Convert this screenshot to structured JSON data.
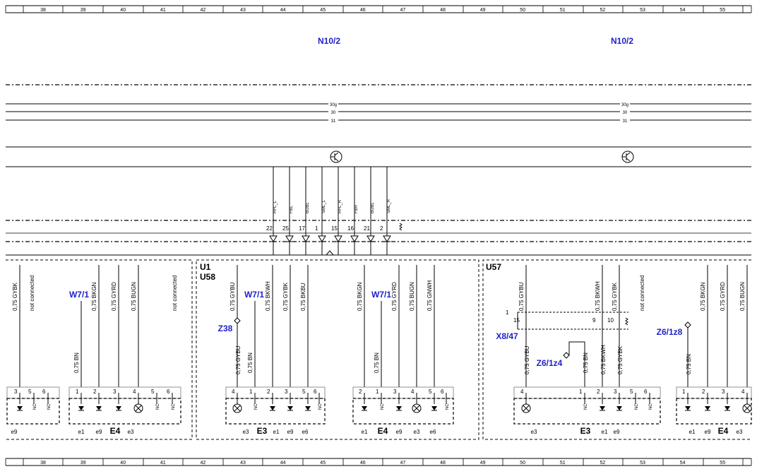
{
  "grid_numbers": [
    "38",
    "39",
    "40",
    "41",
    "42",
    "43",
    "44",
    "45",
    "46",
    "47",
    "48",
    "49",
    "50",
    "51",
    "52",
    "53",
    "54",
    "55"
  ],
  "module_refs": [
    "N10/2",
    "N10/2"
  ],
  "bus_lines": [
    "30g",
    "30",
    "31"
  ],
  "connector_pins": [
    "22",
    "25",
    "17",
    "1",
    "15",
    "16",
    "21",
    "2"
  ],
  "signal_names": [
    "RFL_L",
    "FBL",
    "BUBL",
    "SML_L",
    "RFL_R",
    "FBR",
    "BUBL",
    "SML_R"
  ],
  "left_section": {
    "wires": [
      "0,75 GYBK",
      "not connected",
      "0,75 BKGN",
      "0,75 GYRD",
      "0,75 BUGN",
      "not connected"
    ],
    "ref": "W7/1",
    "bn_wire": "0,75 BN",
    "pins": [
      "3",
      "5",
      "6",
      "1",
      "2",
      "3",
      "4",
      "5",
      "6"
    ],
    "bottom": [
      "e9",
      "e1",
      "e9",
      "E4",
      "e3"
    ]
  },
  "middle_section": {
    "title1": "U1",
    "title2": "U58",
    "wires": [
      "0,75 GYBU",
      "0,75 BKWH",
      "0,75 GYBK",
      "0,75 BKBU",
      "0,75 BKGN",
      "0,75 GYRD",
      "0,75 BUGN",
      "0,75 GNWH"
    ],
    "refs": [
      "W7/1",
      "W7/1",
      "Z38"
    ],
    "extra": [
      "0,75 GYBU",
      "0,75 BN",
      "0,75 BN"
    ],
    "pins": [
      "4",
      "1",
      "2",
      "3",
      "5",
      "6",
      "2",
      "1",
      "3",
      "4",
      "5",
      "6"
    ],
    "bottom": [
      "e3",
      "E3",
      "e1",
      "e9",
      "e6",
      "e1",
      "E4",
      "e9",
      "e3",
      "e6"
    ]
  },
  "right_section": {
    "title": "U57",
    "wires": [
      "0,75 GYBU",
      "0,75 BKWH",
      "0,75 GYBK",
      "not connected",
      "0,75 BKGN",
      "0,75 GYRD",
      "0,75 BUGN"
    ],
    "refs": [
      "X8/47",
      "Z6/1z4",
      "Z6/1z8"
    ],
    "extra": [
      "0,75 GYBU",
      "0,75 BN",
      "0,75 BKWH",
      "0,75 GYBK",
      "0,75 BN"
    ],
    "xpins": [
      "1",
      "15",
      "9",
      "10"
    ],
    "pins": [
      "4",
      "1",
      "2",
      "3",
      "5",
      "6",
      "1",
      "2",
      "3",
      "4"
    ],
    "bottom": [
      "e3",
      "E3",
      "e1",
      "e9",
      "e1",
      "e9",
      "E4",
      "e3"
    ]
  }
}
